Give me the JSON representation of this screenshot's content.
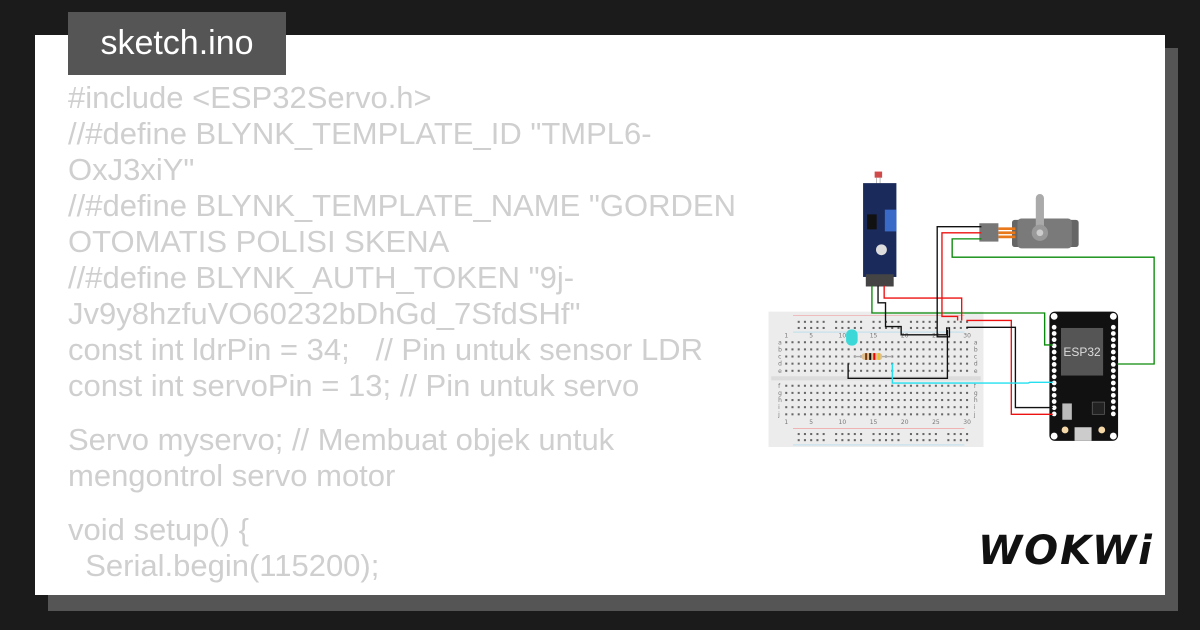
{
  "tab": {
    "filename": "sketch.ino"
  },
  "code_lines": [
    "#include <ESP32Servo.h>",
    "//#define BLYNK_TEMPLATE_ID \"TMPL6-OxJ3xiY\"",
    "//#define BLYNK_TEMPLATE_NAME \"GORDEN OTOMATIS POLISI SKENA",
    "//#define BLYNK_AUTH_TOKEN \"9j-Jv9y8hzfuVO60232bDhGd_7SfdSHf\"",
    "const int ldrPin = 34;   // Pin untuk sensor LDR",
    "const int servoPin = 13; // Pin untuk servo",
    "",
    "Servo myservo; // Membuat objek untuk mengontrol servo motor",
    "",
    "void setup() {",
    "  Serial.begin(115200);"
  ],
  "circuit": {
    "esp32_label": "ESP32",
    "breadboard_columns": [
      "1",
      "5",
      "10",
      "15",
      "20",
      "25",
      "30"
    ],
    "breadboard_rows_top": [
      "a",
      "b",
      "c",
      "d",
      "e"
    ],
    "breadboard_rows_bottom": [
      "f",
      "g",
      "h",
      "i",
      "j"
    ],
    "wire_colors": {
      "green": "#0a8a0a",
      "red": "#ee1111",
      "black": "#111111",
      "cyan": "#22e0f0"
    }
  },
  "brand": {
    "logo_text": "WOKWi"
  }
}
